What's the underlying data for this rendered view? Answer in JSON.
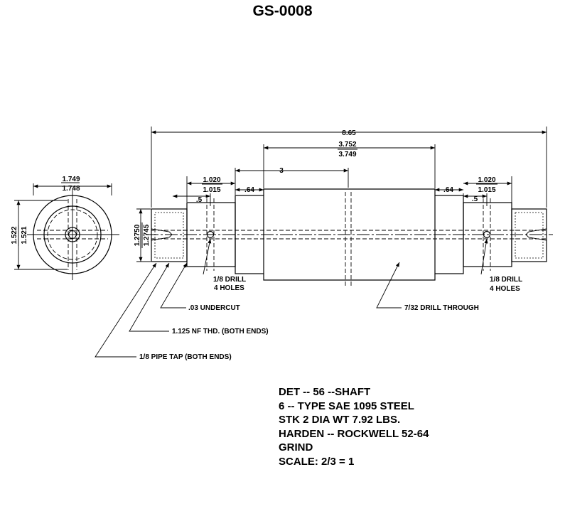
{
  "title": "GS-0008",
  "dims": {
    "overall": "8.65",
    "center_max": "3.752",
    "center_min": "3.749",
    "to_center": "3",
    "left_len_max": "1.020",
    "left_len_min": "1.015",
    "right_len_max": "1.020",
    "right_len_min": "1.015",
    "left_shoulder": ".64",
    "right_shoulder": ".64",
    "left_hole_offset": ".5",
    "right_hole_offset": ".5",
    "dia_max": "1.2750",
    "dia_min": "1.2745",
    "end_width_max": "1.749",
    "end_width_min": "1.748",
    "end_height_max": "1.522",
    "end_height_min": "1.521"
  },
  "callouts": {
    "left_drill_line1": "1/8 DRILL",
    "left_drill_line2": "4 HOLES",
    "right_drill_line1": "1/8 DRILL",
    "right_drill_line2": "4 HOLES",
    "undercut": ".03 UNDERCUT",
    "thread": "1.125 NF THD. (BOTH ENDS)",
    "pipe_tap": "1/8 PIPE TAP (BOTH ENDS)",
    "drill_through": "7/32 DRILL THROUGH"
  },
  "notes": [
    "DET -- 56 --SHAFT",
    "6 -- TYPE SAE 1095 STEEL",
    "STK 2 DIA WT 7.92 LBS.",
    "HARDEN -- ROCKWELL 52-64",
    "GRIND",
    "SCALE: 2/3 = 1"
  ]
}
